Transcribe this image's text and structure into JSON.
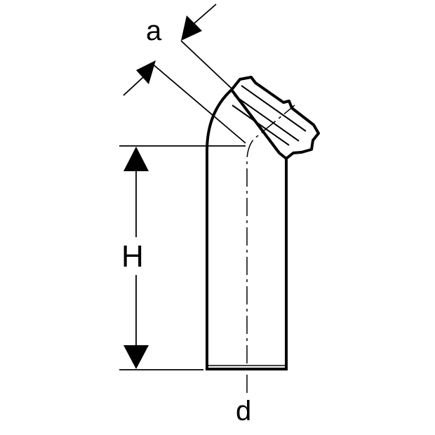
{
  "diagram": {
    "labels": {
      "a": "a",
      "H": "H",
      "d": "d"
    },
    "colors": {
      "line": "#000000",
      "background": "#ffffff"
    }
  }
}
